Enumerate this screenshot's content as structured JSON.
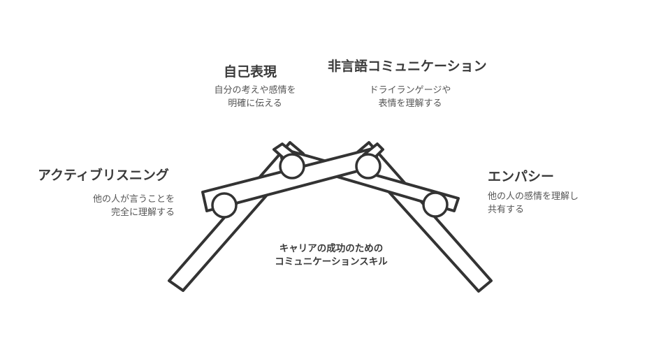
{
  "diagram": {
    "center_caption": [
      "キャリアの成功のための",
      "コミュニケーションスキル"
    ],
    "nodes": {
      "self_expression": {
        "title": "自己表現",
        "description": [
          "自分の考えや感情を",
          "明確に伝える"
        ]
      },
      "nonverbal": {
        "title": "非言語コミュニケーション",
        "description": [
          "ドライランゲージや",
          "表情を理解する"
        ]
      },
      "active_listening": {
        "title": "アクティブリスニング",
        "description": [
          "他の人が言うことを",
          "完全に理解する"
        ]
      },
      "empathy": {
        "title": "エンパシー",
        "description": [
          "他の人の感情を理解し",
          "共有する"
        ]
      }
    }
  }
}
